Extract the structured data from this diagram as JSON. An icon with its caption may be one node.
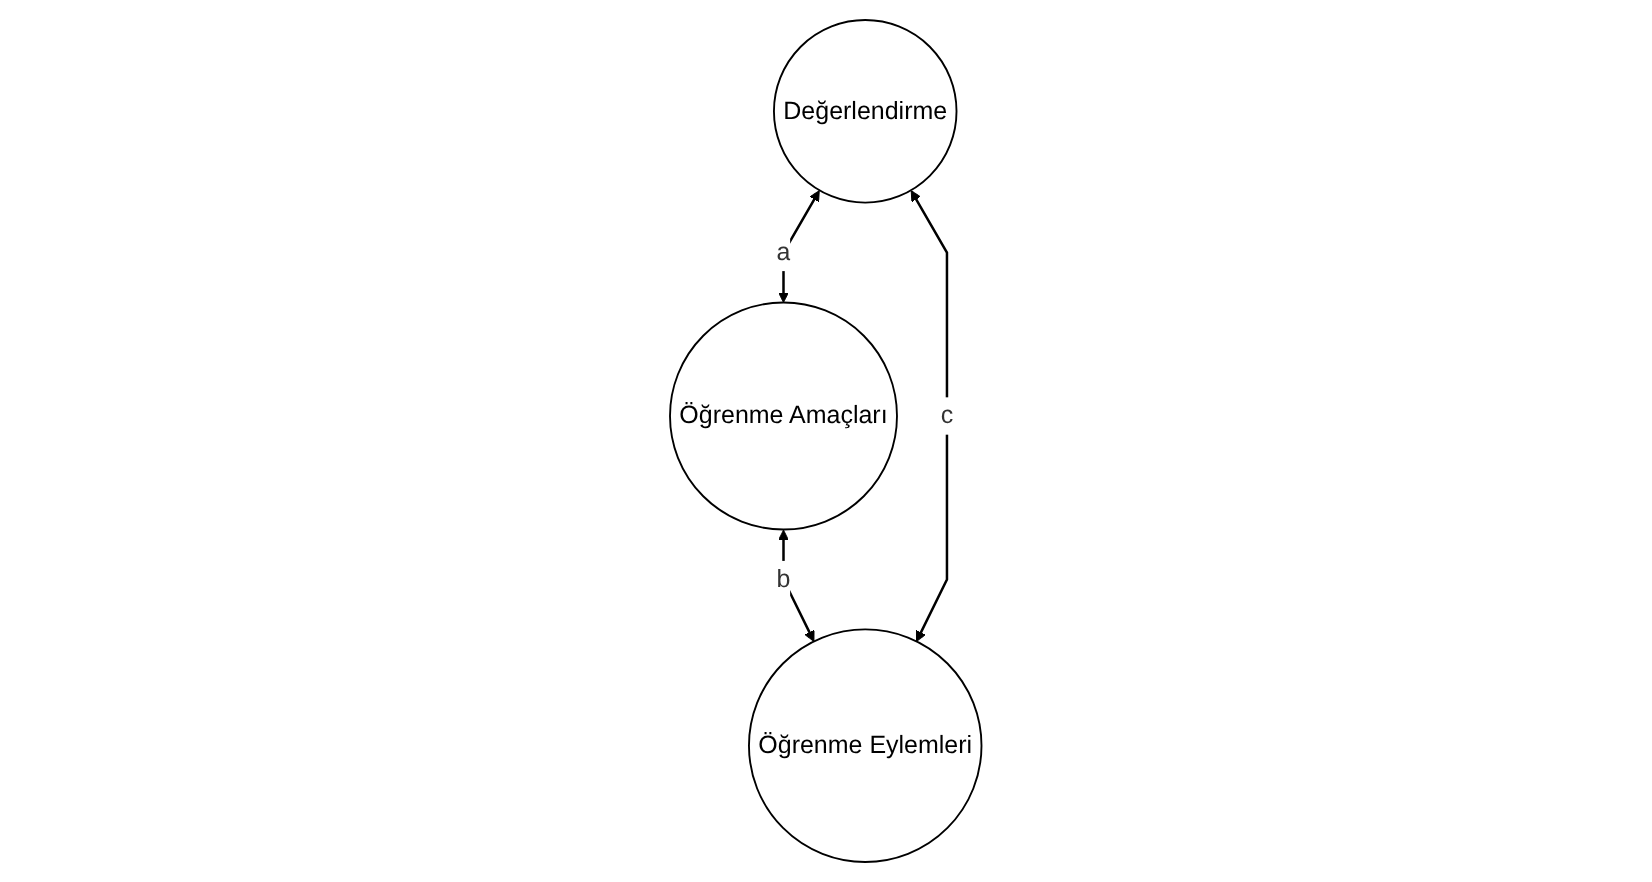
{
  "diagram": {
    "nodes": [
      {
        "text": [
          "Öğrenme Amaçları"
        ]
      },
      {
        "text": [
          "Değerlendirme"
        ]
      },
      {
        "text": [
          "Öğrenme Eylemleri"
        ]
      }
    ],
    "edges": [
      {
        "from": 1,
        "to": 0,
        "arrow": "both",
        "label": "a"
      },
      {
        "from": 0,
        "to": 2,
        "arrow": "both",
        "label": "b"
      },
      {
        "from": 1,
        "to": 2,
        "arrow": "both",
        "label": "c"
      }
    ]
  }
}
